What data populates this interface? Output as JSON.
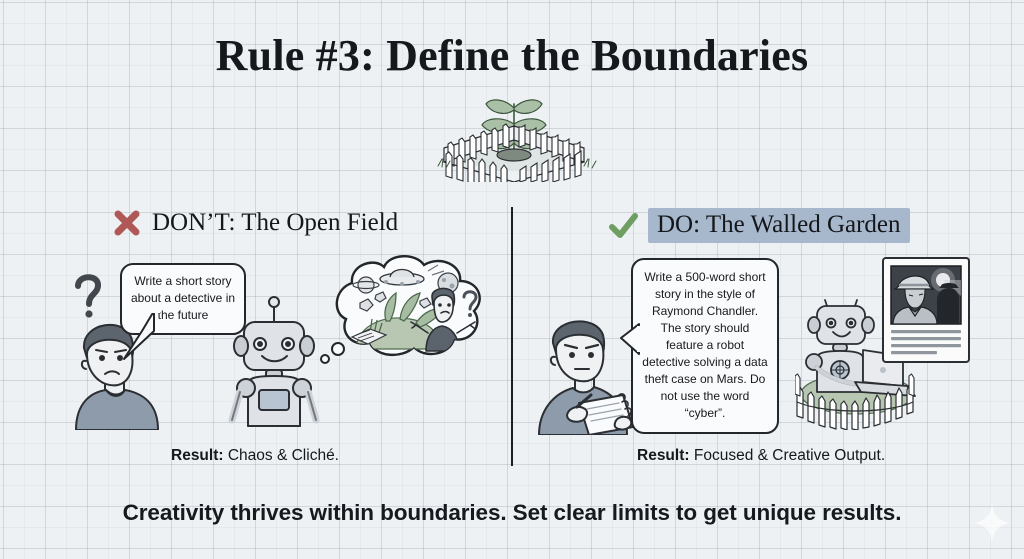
{
  "poster": {
    "title": "Rule #3: Define the Boundaries",
    "footer": "Creativity thrives within boundaries. Set clear limits to get unique results.",
    "background_color": "#eef1f3",
    "grid_color": "#8291 9e",
    "divider_color": "#1a1d21"
  },
  "hero": {
    "icon_name": "fenced-garden-illustration",
    "description": "White picket fence enclosing a green sprouting plant",
    "fence_color": "#ffffff",
    "plant_color": "#9cb59c"
  },
  "left_section": {
    "mark_icon": "cross-mark-icon",
    "mark_color": "#b85c5c",
    "heading": "DON’T: The Open Field",
    "highlight": false,
    "prompt_bubble": {
      "lines": [
        "Write a short story",
        "about a detective",
        "in the future"
      ],
      "text": "Write a short story about a detective in the future"
    },
    "figures": [
      {
        "name": "confused-person-illustration",
        "note": "person with question mark above head",
        "shirt_color": "#8d9bab"
      },
      {
        "name": "robot-illustration",
        "note": "smiling robot with antenna and chest panel",
        "body_color": "#c6cbd1"
      },
      {
        "name": "chaos-thought-cloud-illustration",
        "note": "thought cloud with planets, UFO, overgrown weeds and a shrugging person"
      }
    ],
    "result_label": "Result:",
    "result_value": "Chaos & Cliché."
  },
  "right_section": {
    "mark_icon": "check-mark-icon",
    "mark_color": "#6d9e63",
    "heading": "DO: The Walled Garden",
    "highlight": true,
    "highlight_color": "#a8b8cc",
    "prompt_bubble": {
      "lines": [
        "Write a 500-word short",
        "story in the style of",
        "Raymond Chandler. The",
        "story should feature a",
        "robot detective solving",
        "a data theft case on",
        "Mars. Do not use the",
        "word “cyber”."
      ],
      "text": "Write a 500-word short story in the style of Raymond Chandler. The story should feature a robot detective solving a data theft case on Mars. Do not use the word “cyber”."
    },
    "figures": [
      {
        "name": "focused-person-illustration",
        "note": "person writing on a spiral notepad",
        "shirt_color": "#8d9bab"
      },
      {
        "name": "robot-with-laptop-illustration",
        "note": "robot inside picket fence working on a laptop",
        "body_color": "#c6cbd1"
      },
      {
        "name": "noir-detective-output-card",
        "note": "document card with noir detective photo and text lines"
      }
    ],
    "result_label": "Result:",
    "result_value": "Focused & Creative Output."
  },
  "watermark": {
    "name": "sparkle-watermark-icon",
    "color": "#ffffff"
  }
}
